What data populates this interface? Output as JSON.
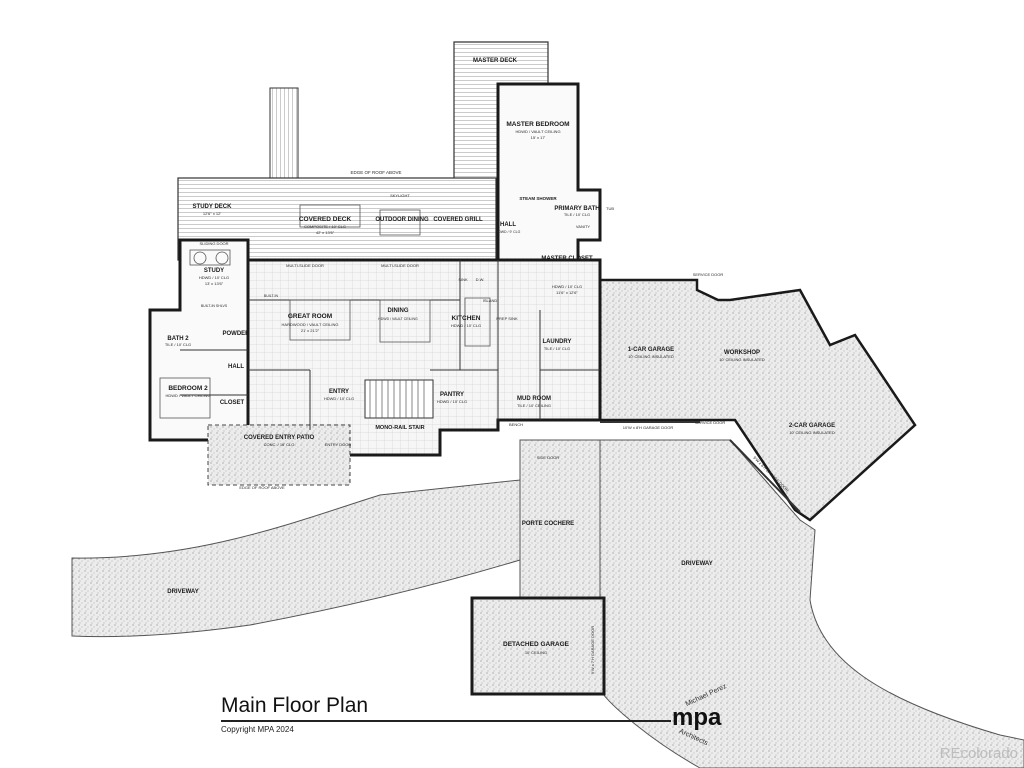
{
  "plan": {
    "title": "Main Floor Plan",
    "copyright": "Copyright MPA 2024",
    "architect": {
      "logo": "mpa",
      "name_top": "Michael Perez",
      "name_bottom": "Architects"
    },
    "watermark": "REcolorado"
  },
  "labels": {
    "master_deck": "MASTER DECK",
    "master_bedroom": "MASTER BEDROOM",
    "master_bedroom_sub": "HDWD / VAULT CEILING",
    "master_bedroom_dim": "15' x 17'",
    "edge_roof_top": "EDGE OF ROOF ABOVE",
    "study_deck": "STUDY DECK",
    "study_deck_dim": "12'6\" x 12'",
    "covered_deck": "COVERED DECK",
    "covered_deck_sub": "COMPOSITE / 10' CLG",
    "covered_deck_dim": "42' x 13'6\"",
    "skylight": "SKYLIGHT",
    "outdoor_dining": "OUTDOOR DINING",
    "covered_grill": "COVERED GRILL",
    "hall_top": "HALL",
    "hall_top_sub": "HDWD / 9' CLG",
    "steam_shower": "STEAM SHOWER",
    "primary_bath": "PRIMARY BATH",
    "primary_bath_sub": "TILE / 10' CLG",
    "tub": "TUB",
    "vanity": "VANITY",
    "study": "STUDY",
    "study_sub": "HDWD / 10' CLG",
    "study_dim": "13' x 13'6\"",
    "sliding_door": "SLIDING DOOR",
    "multi_slide_1": "MULTI-SLIDE DOOR",
    "multi_slide_2": "MULTI-SLIDE DOOR",
    "sink": "SINK",
    "dw": "D.W.",
    "master_closet": "MASTER CLOSET",
    "master_closet_sub": "HDWD / 10' CLG",
    "master_closet_dim": "11'6\" x 12'6\"",
    "service_door_top": "SERVICE DOOR",
    "great_room": "GREAT ROOM",
    "great_room_sub": "HARDWOOD / VAULT CEILING",
    "great_room_dim": "21' x 21'2\"",
    "dining": "DINING",
    "dining_sub": "HDWD / VAULT CEILING",
    "kitchen": "KITCHEN",
    "kitchen_sub": "HDWD / 10' CLG",
    "island": "ISLAND",
    "prep_sink": "PREP SINK",
    "powder": "POWDER",
    "bath2": "BATH 2",
    "bath2_sub": "TILE / 10' CLG",
    "laundry": "LAUNDRY",
    "laundry_sub": "TILE / 10' CLG",
    "one_car_garage": "1-CAR GARAGE",
    "one_car_sub": "10' CEILING INSULATED",
    "workshop": "WORKSHOP",
    "workshop_sub": "10' CEILING INSULATED",
    "hall_mid": "HALL",
    "bedroom2": "BEDROOM 2",
    "bedroom2_sub": "HDWD / VAULT CEILING",
    "closet": "CLOSET",
    "entry": "ENTRY",
    "entry_sub": "HDWD / 10' CLG",
    "pantry": "PANTRY",
    "pantry_sub": "HDWD / 10' CLG",
    "mud_room": "MUD ROOM",
    "mud_room_sub": "TILE / 10' CEILING",
    "bench": "BENCH",
    "garage_door_1": "10'W x 8'H GARAGE DOOR",
    "service_door_mid": "SERVICE DOOR",
    "two_car_garage": "2-CAR GARAGE",
    "two_car_sub": "10' CEILING INSULATED",
    "covered_entry": "COVERED ENTRY PATIO",
    "covered_entry_sub": "CONC. / 10' CLG",
    "entry_door": "ENTRY DOOR",
    "mono_rail": "MONO-RAIL STAIR",
    "side_door": "SIDE DOOR",
    "edge_roof_bottom": "EDGE OF ROOF ABOVE",
    "porte_cochere": "PORTE COCHERE",
    "driveway_left": "DRIVEWAY",
    "driveway_right": "DRIVEWAY",
    "detached_garage": "DETACHED GARAGE",
    "detached_sub": "10' CEILING",
    "garage_door_2": "9'W x 7'H GARAGE DOOR",
    "garage_door_3": "9'W x 8'H GARAGE DOOR",
    "built_in": "BUILT-IN",
    "built_in_shelves": "BUILT-IN SHLVS"
  },
  "colors": {
    "ink": "#1a1a1a",
    "stipple": "#d9d9d9",
    "page": "#ffffff"
  }
}
